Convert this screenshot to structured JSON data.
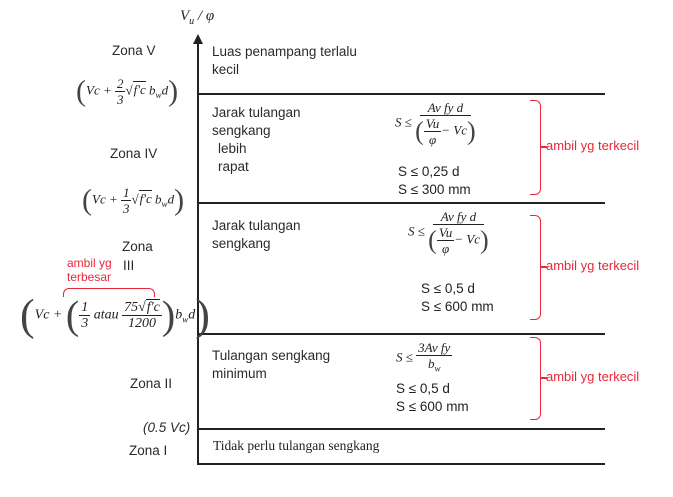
{
  "axis": {
    "label": "Vu / φ",
    "label_main": "V",
    "label_sub": "u",
    "label_rest": " / φ"
  },
  "zones": [
    {
      "label": "Zona V"
    },
    {
      "label": "Zona IV"
    },
    {
      "label_line1": "Zona",
      "label_line2": "III"
    },
    {
      "label": "Zona II"
    },
    {
      "label": "Zona I"
    }
  ],
  "thresholds": {
    "t1": {
      "lead": "Vc +",
      "num": "2",
      "den": "3",
      "root": "f'c",
      "tail": "b",
      "tail_sub": "w",
      "tail_end": "d"
    },
    "t2": {
      "lead": "Vc +",
      "num": "1",
      "den": "3",
      "root": "f'c",
      "tail": "b",
      "tail_sub": "w",
      "tail_end": "d"
    },
    "t3": {
      "lead": "Vc +",
      "num": "1",
      "den": "3",
      "mid": "atau",
      "num2": "75",
      "root2": "f'c",
      "den2": "1200",
      "tail": "b",
      "tail_sub": "w",
      "tail_end": "d"
    },
    "t4": {
      "label": "(0.5 Vc)"
    }
  },
  "annotations": {
    "terbesar_line1": "ambil yg",
    "terbesar_line2": "terbesar",
    "terkecil": "ambil yg terkecil"
  },
  "rows": [
    {
      "desc_line1": "Luas penampang terlalu",
      "desc_line2": "kecil"
    },
    {
      "desc_line1": "Jarak tulangan",
      "desc_line2": "sengkang",
      "desc_line3": "lebih",
      "desc_line4": "rapat",
      "formula_lead": "S ≤",
      "formula_num": "Av fy d",
      "formula_den_num": "Vu",
      "formula_den_den": "φ",
      "formula_den_tail": "− Vc",
      "rule1": "S ≤ 0,25 d",
      "rule2": "S ≤ 300 mm"
    },
    {
      "desc_line1": "Jarak tulangan",
      "desc_line2": "sengkang",
      "formula_lead": "S ≤",
      "formula_num": "Av fy d",
      "formula_den_num": "Vu",
      "formula_den_den": "φ",
      "formula_den_tail": "− Vc",
      "rule1": "S ≤ 0,5 d",
      "rule2": "S ≤ 600 mm"
    },
    {
      "desc_line1": "Tulangan sengkang",
      "desc_line2": "minimum",
      "formula_lead": "S ≤",
      "formula_num": "3Av fy",
      "formula_den": "b",
      "formula_den_sub": "w",
      "rule1": "S ≤ 0,5 d",
      "rule2": "S ≤ 600 mm"
    },
    {
      "desc_line1": "Tidak perlu tulangan sengkang"
    }
  ],
  "colors": {
    "annotation": "#e8283a",
    "line": "#222222"
  }
}
